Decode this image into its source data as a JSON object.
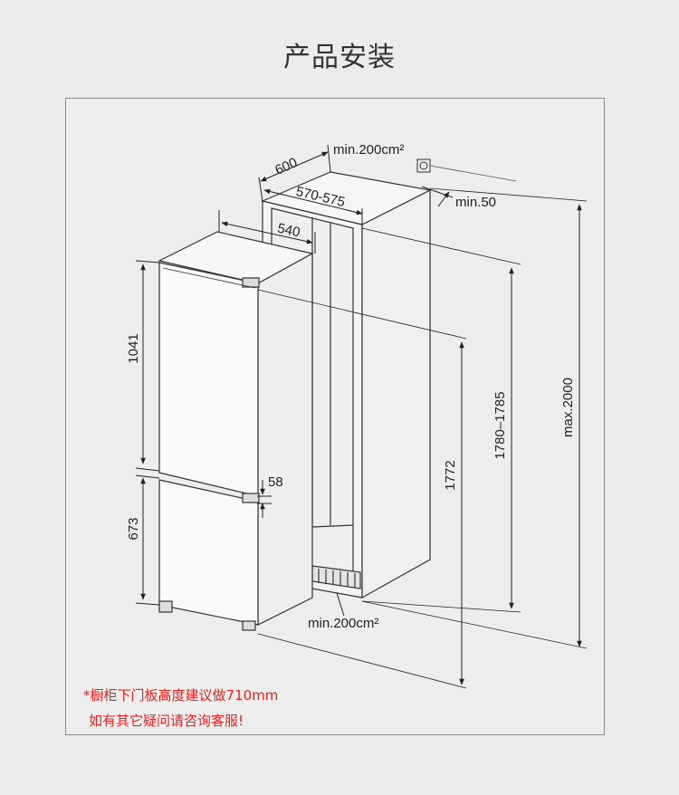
{
  "page": {
    "title": "产品安装"
  },
  "dimensions": {
    "fridge_width": "600",
    "niche_width": "570-575",
    "niche_depth": "540",
    "top_vent": "min.200cm²",
    "bottom_vent": "min.200cm²",
    "rear_gap": "min.50",
    "upper_door_height": "1041",
    "lower_door_height": "673",
    "door_gap": "58",
    "fridge_height": "1772",
    "niche_height": "1780–1785",
    "max_height": "max.2000"
  },
  "notes": {
    "line1": "*橱柜下门板高度建议做710mm",
    "line2": "如有其它疑问请咨询客服!"
  },
  "colors": {
    "background": "#ececec",
    "line": "#222222",
    "note": "#e0241b"
  }
}
